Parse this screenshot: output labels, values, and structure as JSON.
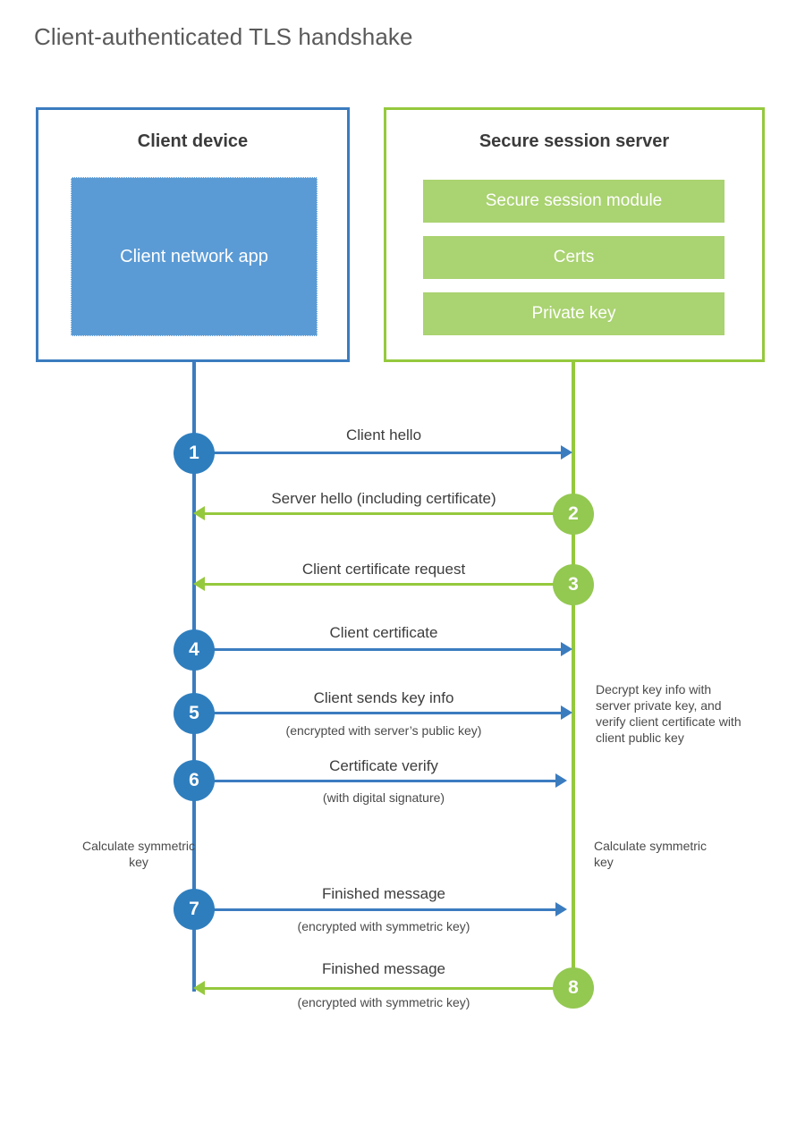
{
  "title": "Client-authenticated TLS handshake",
  "colors": {
    "client_blue": "#3b7cbf",
    "client_app_fill": "#5b9bd5",
    "server_green": "#95c93d",
    "server_bar_fill": "#aad371",
    "step_blue": "#2e7ebe",
    "step_green": "#93c851",
    "title_gray": "#5a5a5a"
  },
  "client": {
    "title": "Client device",
    "app_label": "Client network app",
    "note_symmetric_key": "Calculate symmetric key"
  },
  "server": {
    "title": "Secure session server",
    "bars": [
      "Secure session module",
      "Certs",
      "Private key"
    ],
    "note_decrypt": "Decrypt key info with server private key, and verify client certificate with client public key",
    "note_symmetric_key": "Calculate symmetric key"
  },
  "steps": [
    {
      "number": "1",
      "label": "Client hello",
      "sublabel": "",
      "direction": "client-to-server",
      "color": "blue"
    },
    {
      "number": "2",
      "label": "Server hello (including certificate)",
      "sublabel": "",
      "direction": "server-to-client",
      "color": "green"
    },
    {
      "number": "3",
      "label": "Client certificate request",
      "sublabel": "",
      "direction": "server-to-client",
      "color": "green"
    },
    {
      "number": "4",
      "label": "Client certificate",
      "sublabel": "",
      "direction": "client-to-server",
      "color": "blue"
    },
    {
      "number": "5",
      "label": "Client sends key info",
      "sublabel": "(encrypted with server’s public key)",
      "direction": "client-to-server",
      "color": "blue"
    },
    {
      "number": "6",
      "label": "Certificate verify",
      "sublabel": "(with digital signature)",
      "direction": "client-to-server",
      "color": "blue"
    },
    {
      "number": "7",
      "label": "Finished message",
      "sublabel": "(encrypted with symmetric key)",
      "direction": "client-to-server",
      "color": "blue"
    },
    {
      "number": "8",
      "label": "Finished message",
      "sublabel": "(encrypted with symmetric key)",
      "direction": "server-to-client",
      "color": "green"
    }
  ]
}
